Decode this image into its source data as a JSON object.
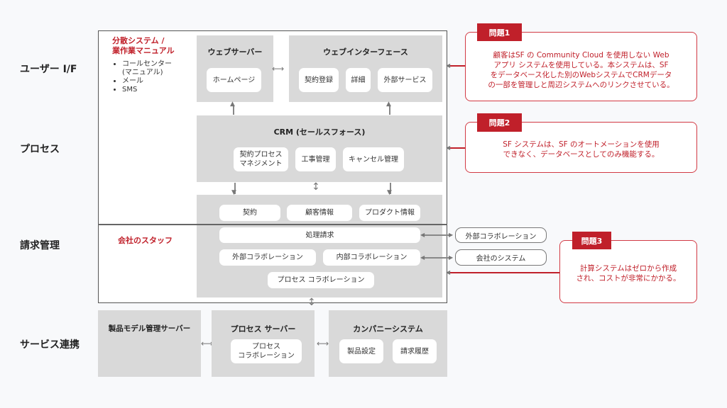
{
  "row_labels": [
    "ユーザー I/F",
    "プロセス",
    "請求管理",
    "サービス連携"
  ],
  "left_notes": {
    "title_line1": "分散システム /",
    "title_line2": "業作業マニュアル",
    "items": [
      "コールセンター",
      "(マニュアル)",
      "メール",
      "SMS"
    ],
    "staff": "会社のスタッフ"
  },
  "web_server": {
    "title": "ウェブサーバー",
    "items": [
      "ホームページ"
    ]
  },
  "web_interface": {
    "title": "ウェブインターフェース",
    "items": [
      "契約登録",
      "詳細",
      "外部サービス"
    ]
  },
  "crm": {
    "title": "CRM (セールスフォース)",
    "items": [
      "契約プロセス",
      "マネジメント",
      "工事管理",
      "キャンセル管理"
    ]
  },
  "data": {
    "items": [
      "契約",
      "顧客情報",
      "プロダクト情報"
    ]
  },
  "billing": {
    "items": [
      "処理請求",
      "外部コラボレーション",
      "内部コラボレーション",
      "プロセス コラボレーション"
    ]
  },
  "external": {
    "items": [
      "外部コラボレーション",
      "会社のシステム"
    ]
  },
  "service": {
    "product_model": "製品モデル管理サーバー",
    "process_server": {
      "title": "プロセス サーバー",
      "items": [
        "プロセス",
        "コラボレーション"
      ]
    },
    "company_system": {
      "title": "カンパニーシステム",
      "items": [
        "製品設定",
        "請求履歴"
      ]
    }
  },
  "problems": [
    {
      "tag": "問題1",
      "lines": [
        "顧客はSF の Community Cloud を使用しない Web",
        "アプリ システムを使用している。本システムは、SF",
        "をデータベース化した別のWebシステムでCRMデータ",
        "の一部を管理しと周辺システムへのリンクさせている。"
      ]
    },
    {
      "tag": "問題2",
      "lines": [
        "SF システムは、SF のオートメーションを使用",
        "できなく、データベースとしてのみ機能する。"
      ]
    },
    {
      "tag": "問題3",
      "lines": [
        "計算システムはゼロから作成",
        "され、コストが非常にかかる。"
      ]
    }
  ],
  "colors": {
    "accent": "#c0202a",
    "panel": "#d9d9d9",
    "background": "#f8f9fb"
  }
}
